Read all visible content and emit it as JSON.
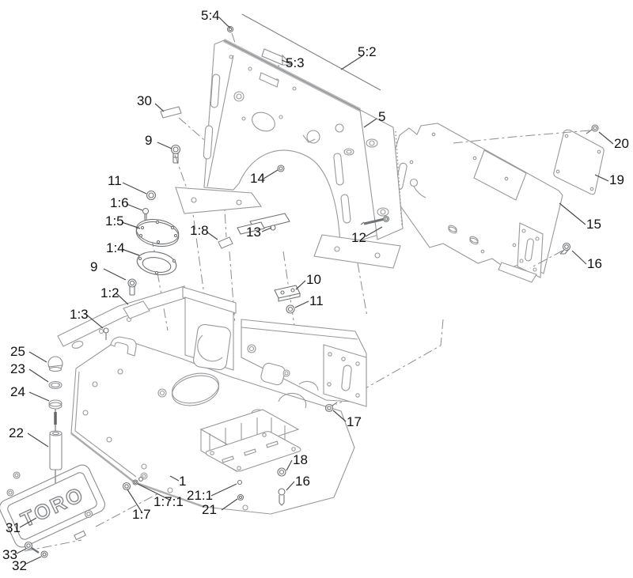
{
  "diagram": {
    "type": "exploded-parts-diagram",
    "background": "#ffffff",
    "part_line_color": "#97999c",
    "leader_line_color": "#4a4a4a",
    "label_color": "#111111",
    "brand_plate_text": "TORO",
    "callouts": [
      {
        "text": "5:4"
      },
      {
        "text": "5:2"
      },
      {
        "text": "5:3"
      },
      {
        "text": "30"
      },
      {
        "text": "5"
      },
      {
        "text": "9"
      },
      {
        "text": "20"
      },
      {
        "text": "19"
      },
      {
        "text": "11"
      },
      {
        "text": "14"
      },
      {
        "text": "1:6"
      },
      {
        "text": "15"
      },
      {
        "text": "1:5"
      },
      {
        "text": "1:8"
      },
      {
        "text": "13"
      },
      {
        "text": "12"
      },
      {
        "text": "1:4"
      },
      {
        "text": "16"
      },
      {
        "text": "9"
      },
      {
        "text": "10"
      },
      {
        "text": "1:2"
      },
      {
        "text": "11"
      },
      {
        "text": "1:3"
      },
      {
        "text": "25"
      },
      {
        "text": "23"
      },
      {
        "text": "24"
      },
      {
        "text": "17"
      },
      {
        "text": "22"
      },
      {
        "text": "18"
      },
      {
        "text": "1"
      },
      {
        "text": "16"
      },
      {
        "text": "21:1"
      },
      {
        "text": "1:7:1"
      },
      {
        "text": "21"
      },
      {
        "text": "1:7"
      },
      {
        "text": "31"
      },
      {
        "text": "33"
      },
      {
        "text": "32"
      }
    ]
  }
}
